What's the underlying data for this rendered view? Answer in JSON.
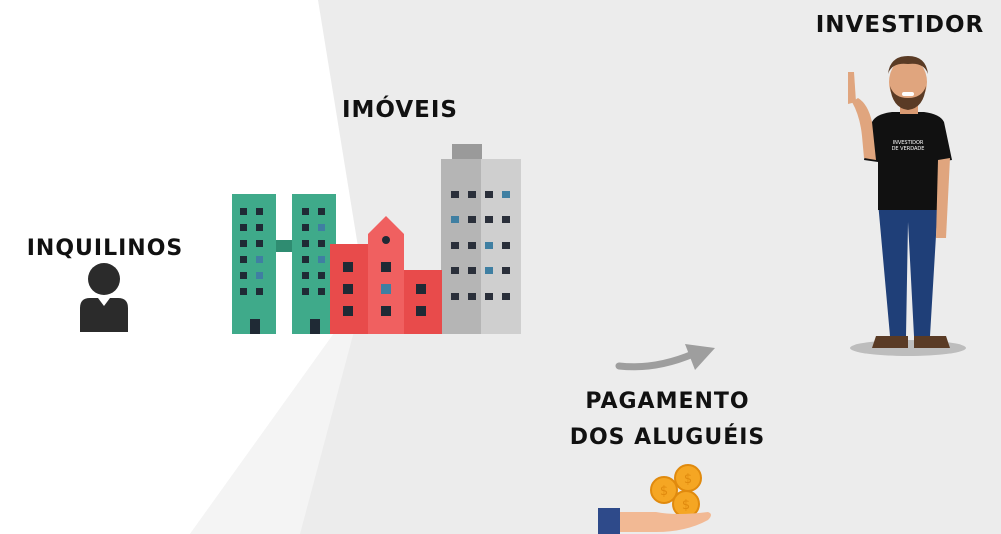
{
  "labels": {
    "investor": "INVESTIDOR",
    "properties": "IMÓVEIS",
    "tenants": "INQUILINOS",
    "payment_line1": "PAGAMENTO",
    "payment_line2": "DOS ALUGUÉIS"
  },
  "icons": {
    "tenant": "person-icon",
    "buildings": "buildings-illustration",
    "investor": "man-illustration",
    "arrow": "curved-arrow-icon",
    "payment": "hand-with-coins-icon"
  },
  "shirt_logo_text": "INVESTIDOR DE VERDADE",
  "colors": {
    "background_left": "#ffffff",
    "background_right": "#ececec",
    "green_building": "#3faa8a",
    "red_building": "#ef5350",
    "gray_building": "#b9b9b9",
    "arrow": "#9e9e9e",
    "coin": "#f5a623",
    "text": "#111111"
  }
}
